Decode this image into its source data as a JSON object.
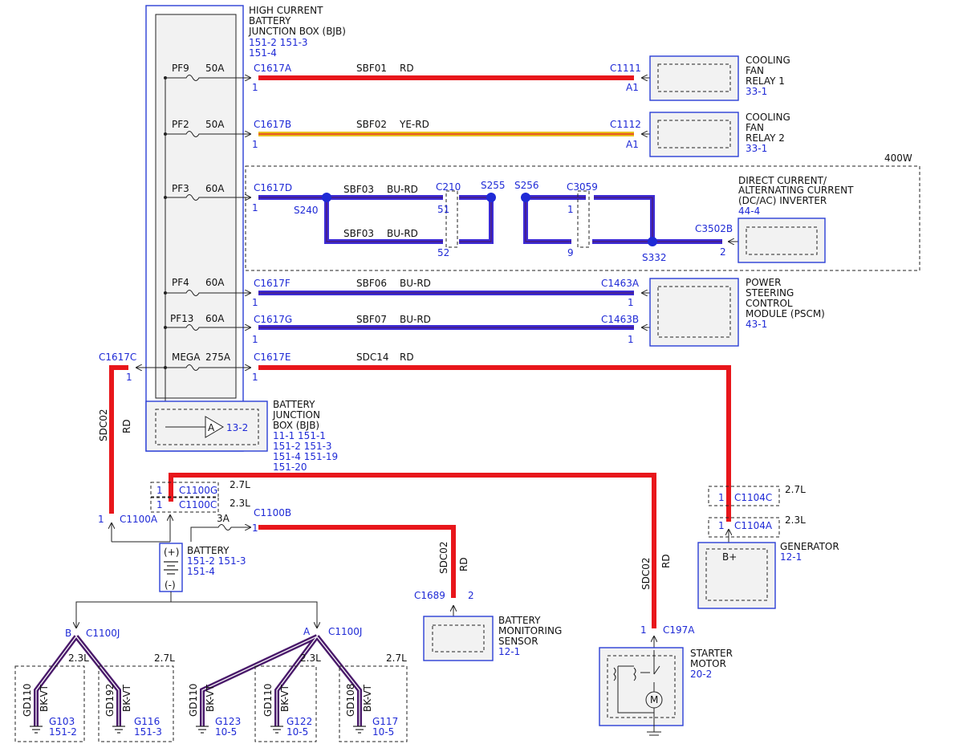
{
  "bjb": {
    "title1": "HIGH CURRENT",
    "title2": "BATTERY",
    "title3": "JUNCTION BOX (BJB)",
    "ref1": "151-2  151-3",
    "ref2": "151-4"
  },
  "fuses": [
    {
      "name": "PF9",
      "amps": "50A"
    },
    {
      "name": "PF2",
      "amps": "50A"
    },
    {
      "name": "PF3",
      "amps": "60A"
    },
    {
      "name": "PF4",
      "amps": "60A"
    },
    {
      "name": "PF13",
      "amps": "60A"
    },
    {
      "name": "MEGA",
      "amps": "275A"
    },
    {
      "name": "",
      "amps": "3A"
    }
  ],
  "connectors": {
    "c1617a": "C1617A",
    "c1617b": "C1617B",
    "c1617d": "C1617D",
    "c1617f": "C1617F",
    "c1617g": "C1617G",
    "c1617e": "C1617E",
    "c1617c": "C1617C",
    "c1111": "C1111",
    "c1112": "C1112",
    "c210": "C210",
    "c3059": "C3059",
    "c3502b": "C3502B",
    "c1463a": "C1463A",
    "c1463b": "C1463B",
    "c1100a": "C1100A",
    "c1100g": "C1100G",
    "c1100c": "C1100C",
    "c1100b": "C1100B",
    "c1104c": "C1104C",
    "c1104a": "C1104A",
    "c1689": "C1689",
    "c197a": "C197A",
    "c1100j": "C1100J"
  },
  "pins": {
    "one": "1",
    "two": "2",
    "a1": "A1",
    "p51": "51",
    "p52": "52",
    "p9": "9",
    "a": "A",
    "b": "B"
  },
  "splices": {
    "s240": "S240",
    "s255": "S255",
    "s256": "S256",
    "s332": "S332"
  },
  "wires": {
    "sbf01": "SBF01",
    "rd": "RD",
    "sbf02": "SBF02",
    "yerd": "YE-RD",
    "sbf03": "SBF03",
    "burd": "BU-RD",
    "sbf06": "SBF06",
    "sbf07": "SBF07",
    "sdc14": "SDC14",
    "sdc02": "SDC02",
    "bkvt": "BK-VT"
  },
  "components": {
    "fan1": {
      "l1": "COOLING",
      "l2": "FAN",
      "l3": "RELAY 1",
      "ref": "33-1"
    },
    "fan2": {
      "l1": "COOLING",
      "l2": "FAN",
      "l3": "RELAY 2",
      "ref": "33-1"
    },
    "inv": {
      "l1": "DIRECT CURRENT/",
      "l2": "ALTERNATING CURRENT",
      "l3": "(DC/AC) INVERTER",
      "ref": "44-4"
    },
    "pscm": {
      "l1": "POWER",
      "l2": "STEERING",
      "l3": "CONTROL",
      "l4": "MODULE (PSCM)",
      "ref": "43-1"
    },
    "bjb2": {
      "l1": "BATTERY",
      "l2": "JUNCTION",
      "l3": "BOX (BJB)",
      "r1": "11-1   151-1",
      "r2": "151-2   151-3",
      "r3": "151-4   151-19",
      "r4": "151-20",
      "amp": "A",
      "ampref": "13-2"
    },
    "battery": {
      "l1": "BATTERY",
      "r1": "151-2   151-3",
      "r2": "151-4",
      "plus": "(+)",
      "minus": "(-)"
    },
    "bms": {
      "l1": "BATTERY",
      "l2": "MONITORING",
      "l3": "SENSOR",
      "ref": "12-1"
    },
    "gen": {
      "l1": "GENERATOR",
      "ref": "12-1",
      "bplus": "B+"
    },
    "starter": {
      "l1": "STARTER",
      "l2": "MOTOR",
      "ref": "20-2"
    }
  },
  "option_400w": "400W",
  "engine": {
    "e27": "2.7L",
    "e23": "2.3L"
  },
  "grounds": [
    {
      "circuit": "GD110",
      "g": "G103",
      "ref": "151-2"
    },
    {
      "circuit": "GD192",
      "g": "G116",
      "ref": "151-3"
    },
    {
      "circuit": "GD110",
      "g": "G123",
      "ref": "10-5"
    },
    {
      "circuit": "GD110",
      "g": "G122",
      "ref": "10-5"
    },
    {
      "circuit": "GD108",
      "g": "G117",
      "ref": "10-5"
    }
  ],
  "colors": {
    "red": "#e8161b",
    "yellow": "#e7c01e",
    "blue": "#3d2bd6",
    "purple": "#4a1a6b",
    "label_blue": "#1f2ad6"
  }
}
